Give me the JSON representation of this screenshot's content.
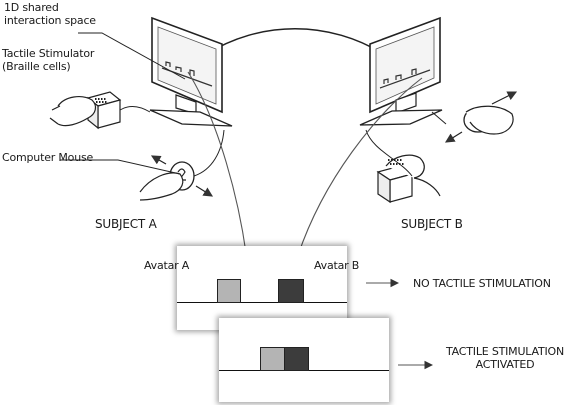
{
  "labels": {
    "shared_space": "1D shared\ninteraction space",
    "tactile_stimulator": "Tactile Stimulator\n(Braille cells)",
    "computer_mouse": "Computer Mouse",
    "subject_a": "SUBJECT A",
    "subject_b": "SUBJECT B",
    "avatar_a": "Avatar A",
    "avatar_b": "Avatar B",
    "no_stimulation": "NO TACTILE STIMULATION",
    "stimulation_activated": "TACTILE STIMULATION\nACTIVATED"
  },
  "colors": {
    "avatar_a": "#b4b4b4",
    "avatar_b": "#3c3c3c",
    "line": "#222222"
  }
}
